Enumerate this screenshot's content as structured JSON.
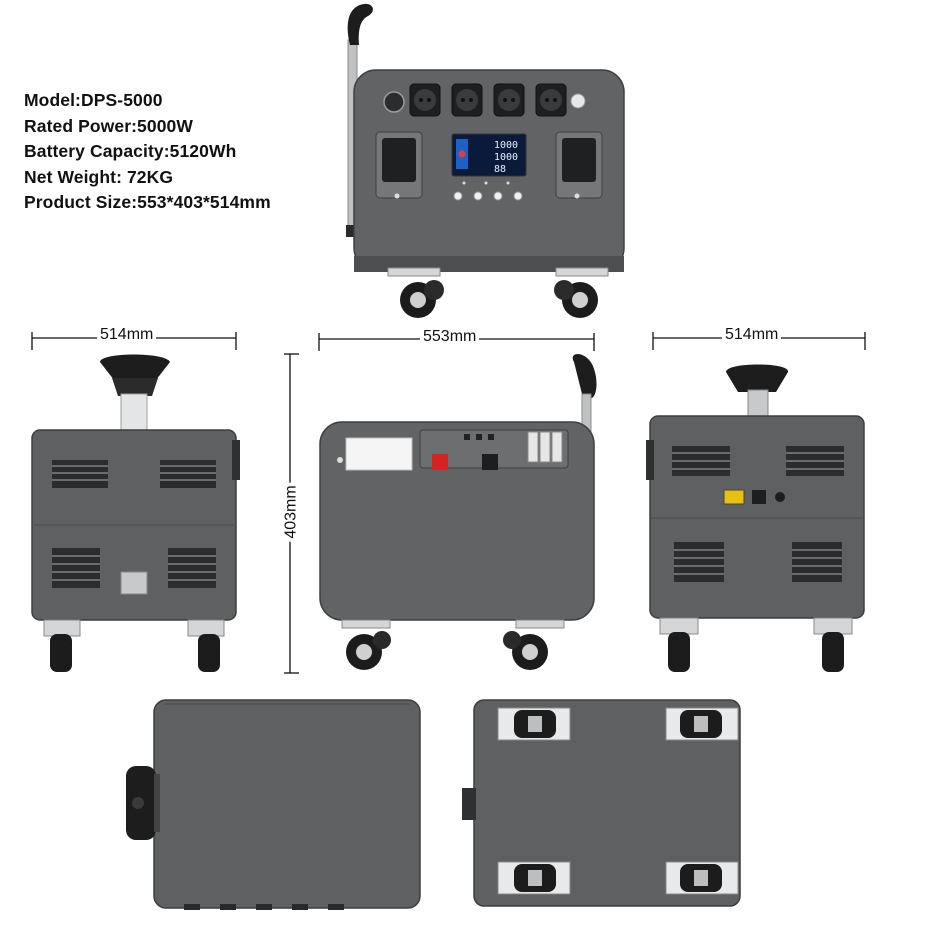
{
  "specs": {
    "model": "Model:DPS-5000",
    "rated_power": "Rated Power:5000W",
    "battery_capacity": "Battery Capacity:5120Wh",
    "net_weight": "Net Weight: 72KG",
    "product_size": "Product Size:553*403*514mm"
  },
  "dimensions": {
    "left_width": "514mm",
    "front_width": "553mm",
    "front_height": "403mm",
    "right_width": "514mm"
  },
  "display": {
    "line1": "1000",
    "line2": "1000",
    "line3": "88"
  },
  "colors": {
    "body": "#5f6061",
    "body_dark": "#4a4b4c",
    "panel": "#6d6e6f",
    "vent": "#2b2c2d",
    "wheel": "#1c1c1c",
    "chrome": "#d9dadb",
    "screen": "#0b1a3a",
    "accent_red": "#d42323"
  }
}
